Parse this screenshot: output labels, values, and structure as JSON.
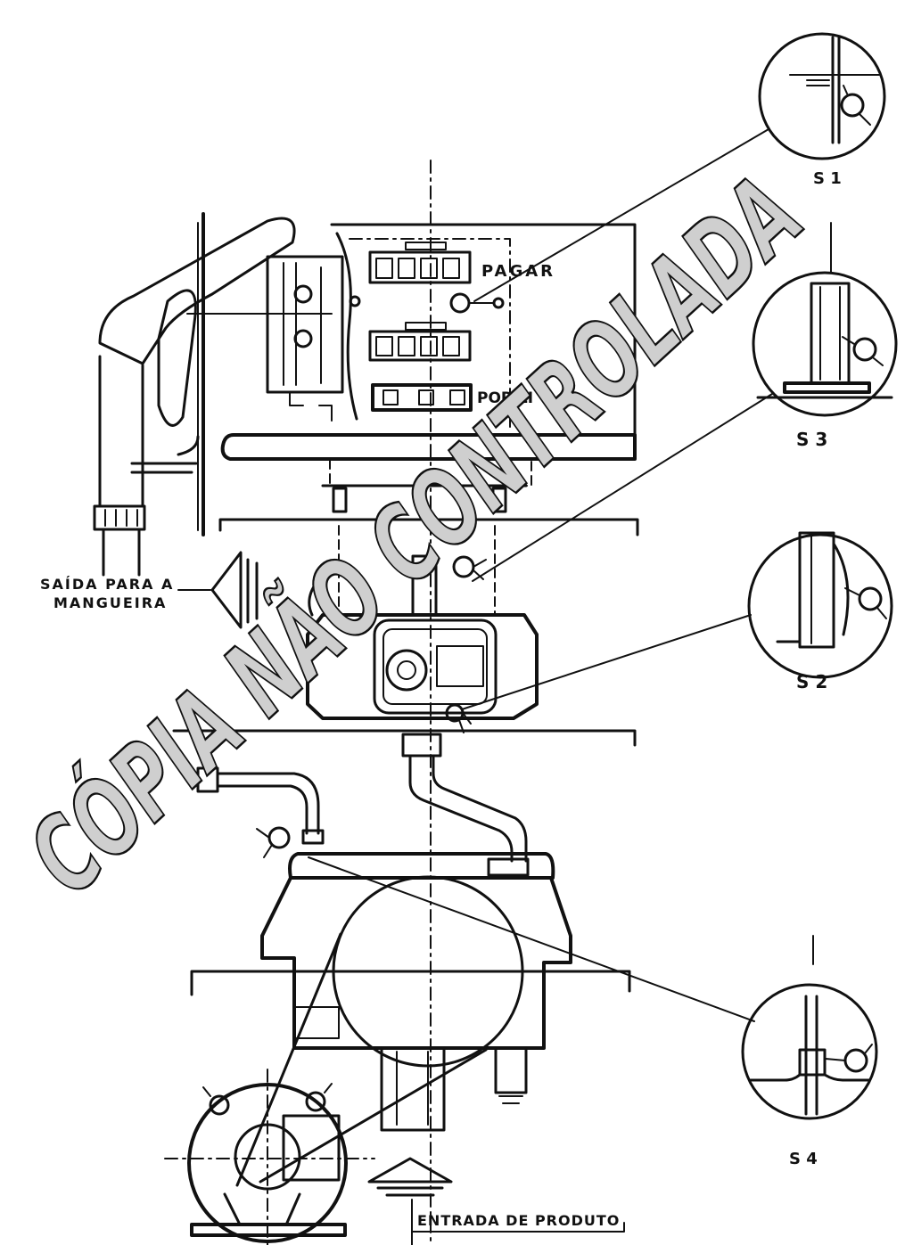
{
  "diagram": {
    "counter_labels": {
      "pay": "PAGAR",
      "per_litre": "POR LI"
    },
    "seals": [
      {
        "label": "S 1"
      },
      {
        "label": "S 3"
      },
      {
        "label": "S 2"
      },
      {
        "label": "S 4"
      }
    ],
    "outlet": {
      "line1": "SAÍDA PARA A",
      "line2": "MANGUEIRA"
    },
    "inlet": "ENTRADA DE PRODUTO",
    "watermark": "CÓPIA NÃO CONTROLADA"
  },
  "colors": {
    "ink": "#111111",
    "paper": "#ffffff",
    "watermark_fill": "#cfcfcf"
  }
}
